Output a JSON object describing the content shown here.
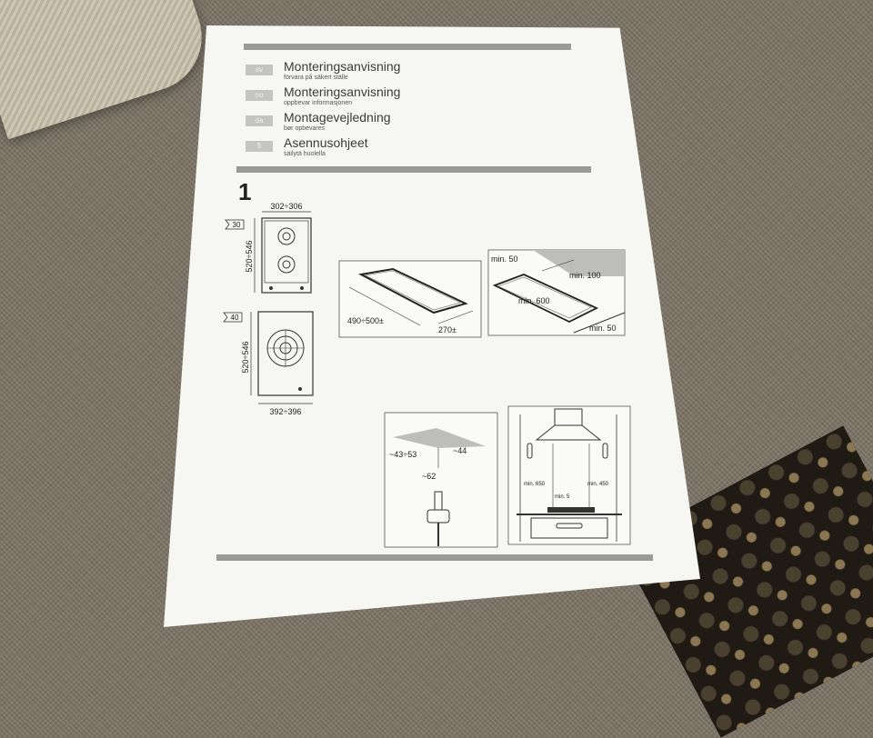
{
  "languages": [
    {
      "code": "sv",
      "title": "Monteringsanvisning",
      "subtitle": "förvara på säkert ställe"
    },
    {
      "code": "no",
      "title": "Monteringsanvisning",
      "subtitle": "oppbevar informasjonen"
    },
    {
      "code": "da",
      "title": "Montagevejledning",
      "subtitle": "bør opbevares"
    },
    {
      "code": "fi",
      "title": "Asennusohjeet",
      "subtitle": "säilytä huolella"
    }
  ],
  "section_number": "1",
  "hob_two_burner": {
    "badge": "30",
    "width": "302÷306",
    "depth": "520÷546"
  },
  "hob_wok": {
    "badge": "40",
    "width": "392÷396",
    "depth": "520÷546"
  },
  "cutout": {
    "length": "490÷500±",
    "width": "270±"
  },
  "clearances": {
    "top": "min. 50",
    "side": "min. 100",
    "front": "min. 600",
    "bottom": "min. 50"
  },
  "gas_connection": {
    "angle": "~43÷53",
    "offset": "~44",
    "height": "~62"
  },
  "hood": {
    "left": "min. 650",
    "right": "min. 450",
    "gap": "min. 5"
  }
}
